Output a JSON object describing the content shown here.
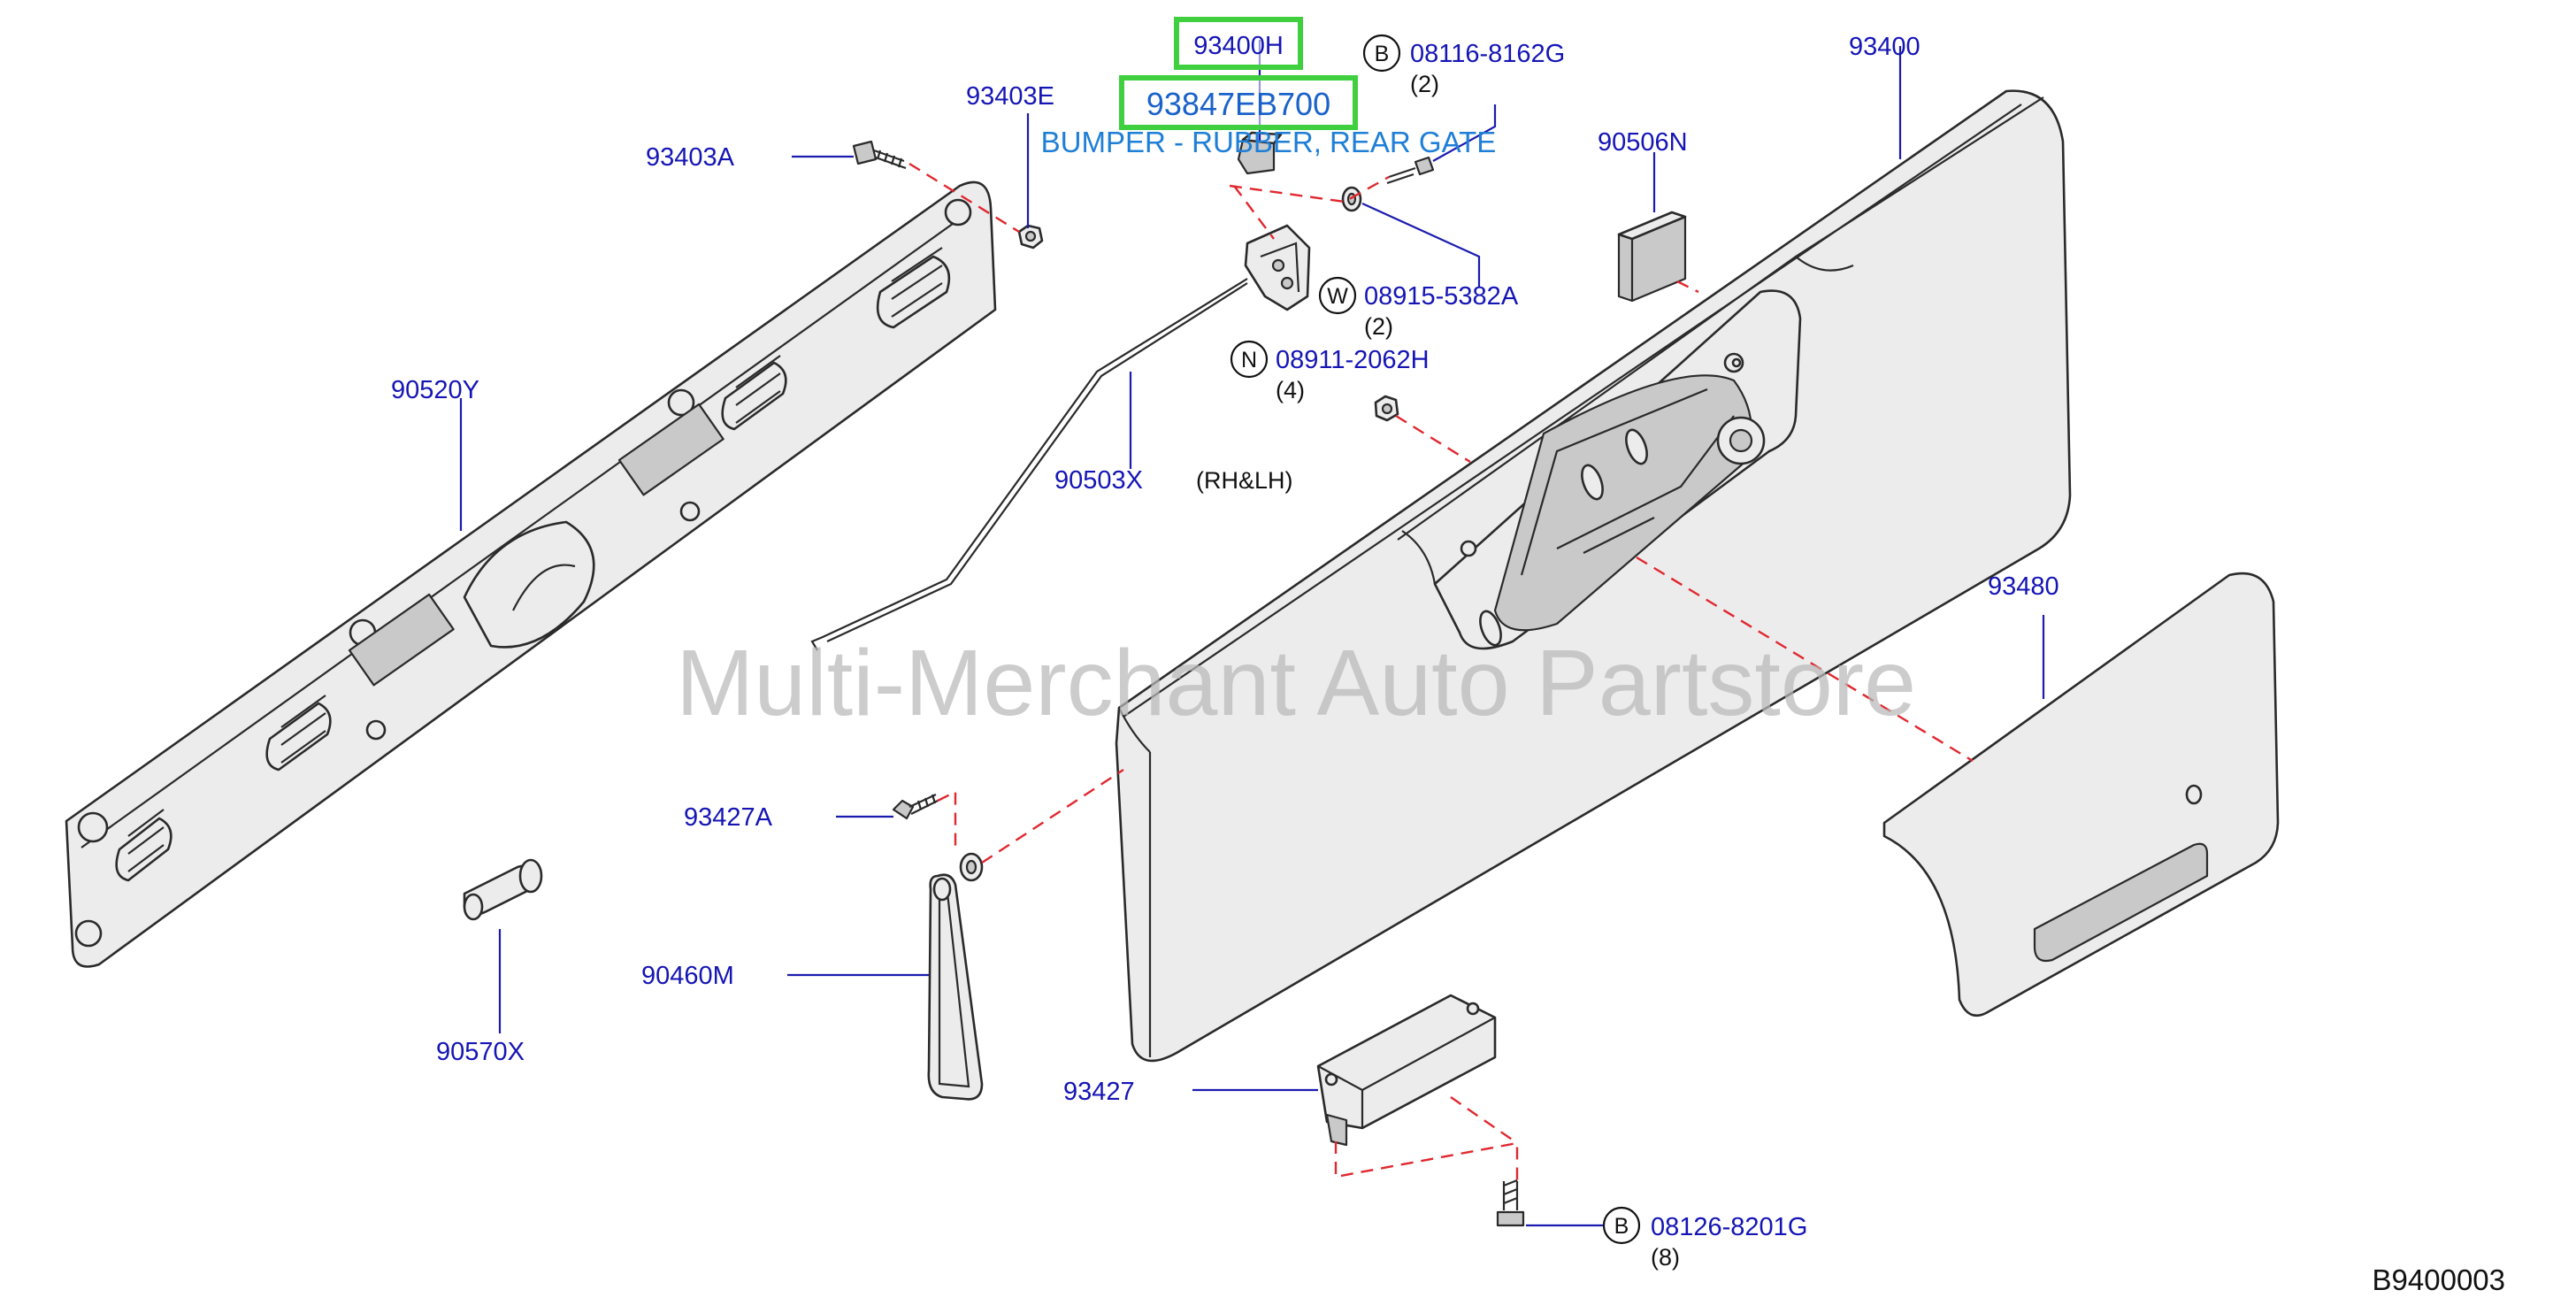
{
  "diagram": {
    "figure_number": "B9400003",
    "watermark": "Multi-Merchant Auto Partstore",
    "highlight": {
      "code_top": "93400H",
      "code_part": "93847EB700",
      "description": "BUMPER - RUBBER, REAR GATE",
      "box_color": "#3fcf3f"
    },
    "callouts": {
      "p93403A": "93403A",
      "p93403E": "93403E",
      "p90520Y": "90520Y",
      "p08116": "08116-8162G",
      "p08116_qty": "(2)",
      "p93400": "93400",
      "p90506N": "90506N",
      "p08915": "08915-5382A",
      "p08915_qty": "(2)",
      "p08911": "08911-2062H",
      "p08911_qty": "(4)",
      "p90503X": "90503X",
      "rh_lh": "(RH&LH)",
      "p93480": "93480",
      "p93427A": "93427A",
      "p90460M": "90460M",
      "p90570X": "90570X",
      "p93427": "93427",
      "p08126": "08126-8201G",
      "p08126_qty": "(8)"
    },
    "symbols": {
      "b": "B",
      "w": "W",
      "n": "N"
    },
    "colors": {
      "callout_text": "#1515b5",
      "dashed_line": "#e0282f",
      "watermark": "#b9b9b9",
      "highlight_text": "#1a62c9"
    }
  }
}
